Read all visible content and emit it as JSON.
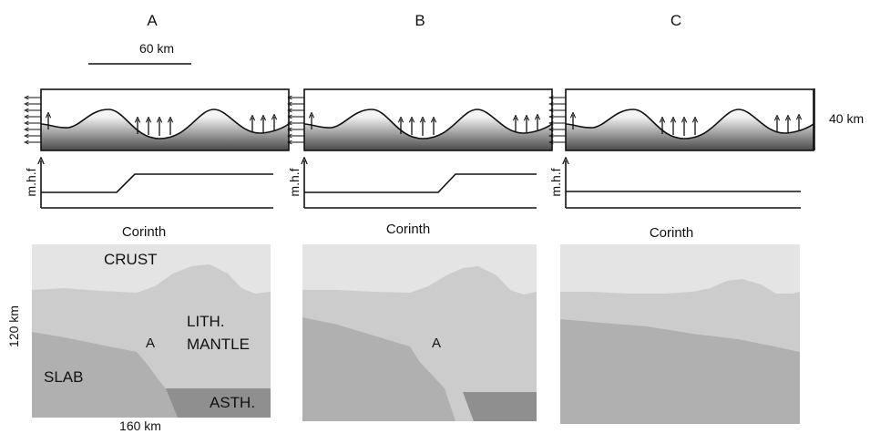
{
  "panels": [
    {
      "letter": "A",
      "corinth": "Corinth",
      "mhf_label": "m.h.f",
      "section_point": "A"
    },
    {
      "letter": "B",
      "corinth": "Corinth",
      "mhf_label": "m.h.f",
      "section_point": "A"
    },
    {
      "letter": "C",
      "corinth": "Corinth",
      "mhf_label": "m.h.f",
      "section_point": ""
    }
  ],
  "scales": {
    "horizontal_top": "60 km",
    "vertical_right": "40 km",
    "vertical_left": "120 km",
    "horizontal_bottom": "160 km"
  },
  "layers": {
    "crust": "CRUST",
    "lith_line1": "LITH.",
    "lith_line2": "MANTLE",
    "slab": "SLAB",
    "asth": "ASTH."
  },
  "colors": {
    "crust": "#e4e4e4",
    "lith_mantle": "#cccccc",
    "slab": "#b0b0b0",
    "asthenosphere": "#8f8f8f",
    "line": "#111111"
  }
}
